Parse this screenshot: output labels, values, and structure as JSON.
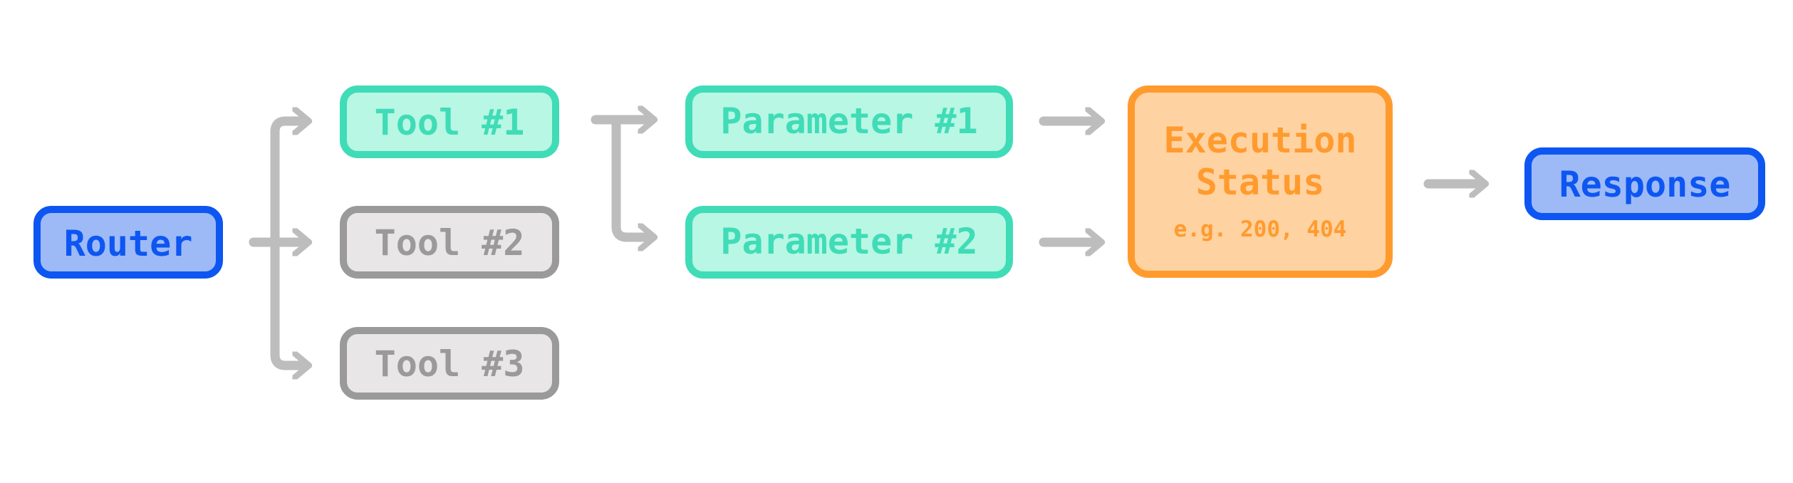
{
  "colors": {
    "router_fill": "#9dbaf7",
    "router_stroke": "#0d56f2",
    "router_text": "#0d56f2",
    "active_fill": "#b8f7e3",
    "active_stroke": "#3fdcb7",
    "active_text": "#3fdcb7",
    "inactive_fill": "#e8e6e6",
    "inactive_stroke": "#9a9a9a",
    "inactive_text": "#9a9a9a",
    "status_fill": "#ffd2a1",
    "status_stroke": "#ff9b2e",
    "status_text": "#ff9b2e",
    "arrow": "#bdbdbd"
  },
  "nodes": {
    "router": {
      "label": "Router"
    },
    "tool1": {
      "label": "Tool #1"
    },
    "tool2": {
      "label": "Tool #2"
    },
    "tool3": {
      "label": "Tool #3"
    },
    "param1": {
      "label": "Parameter #1"
    },
    "param2": {
      "label": "Parameter #2"
    },
    "status": {
      "label_line1": "Execution",
      "label_line2": "Status",
      "sublabel": "e.g. 200, 404"
    },
    "response": {
      "label": "Response"
    }
  }
}
